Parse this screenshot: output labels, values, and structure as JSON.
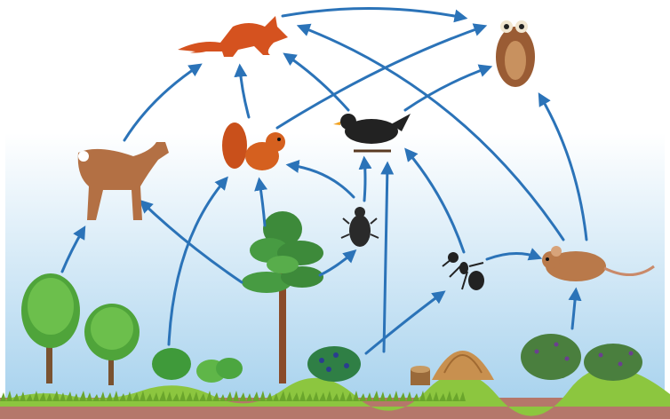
{
  "diagram": {
    "type": "food-web",
    "nodes": [
      {
        "id": "fox",
        "icon": "fox-icon"
      },
      {
        "id": "owl",
        "icon": "owl-icon"
      },
      {
        "id": "deer",
        "icon": "deer-icon"
      },
      {
        "id": "squirrel",
        "icon": "squirrel-icon"
      },
      {
        "id": "blackbird",
        "icon": "blackbird-icon"
      },
      {
        "id": "beetle",
        "icon": "beetle-icon"
      },
      {
        "id": "ant",
        "icon": "ant-icon"
      },
      {
        "id": "mouse",
        "icon": "mouse-icon"
      },
      {
        "id": "pine-tree",
        "icon": "pine-tree-icon"
      },
      {
        "id": "deciduous-trees",
        "icon": "deciduous-tree-icon"
      },
      {
        "id": "shrubs",
        "icon": "shrub-icon"
      },
      {
        "id": "blueberry-bush",
        "icon": "blueberry-bush-icon"
      },
      {
        "id": "berry-bushes",
        "icon": "berry-bush-icon"
      },
      {
        "id": "anthill",
        "icon": "anthill-icon"
      },
      {
        "id": "tree-stump",
        "icon": "tree-stump-icon"
      }
    ],
    "edges": [
      [
        "fox",
        "owl"
      ],
      [
        "deer",
        "fox"
      ],
      [
        "squirrel",
        "fox"
      ],
      [
        "squirrel",
        "owl"
      ],
      [
        "blackbird",
        "fox"
      ],
      [
        "blackbird",
        "owl"
      ],
      [
        "mouse",
        "fox"
      ],
      [
        "mouse",
        "owl"
      ],
      [
        "deciduous-trees",
        "deer"
      ],
      [
        "pine-tree",
        "deer"
      ],
      [
        "pine-tree",
        "squirrel"
      ],
      [
        "pine-tree",
        "beetle"
      ],
      [
        "shrubs",
        "squirrel"
      ],
      [
        "beetle",
        "squirrel"
      ],
      [
        "beetle",
        "blackbird"
      ],
      [
        "blueberry-bush",
        "blackbird"
      ],
      [
        "blueberry-bush",
        "ant"
      ],
      [
        "ant",
        "blackbird"
      ],
      [
        "ant",
        "mouse"
      ],
      [
        "berry-bushes",
        "mouse"
      ]
    ],
    "colors": {
      "arrow": "#2b73b8",
      "sky_top": "#ffffff",
      "sky_bottom": "#a9d3ee",
      "grass": "#8cc63f",
      "soil": "#b5776a"
    }
  }
}
